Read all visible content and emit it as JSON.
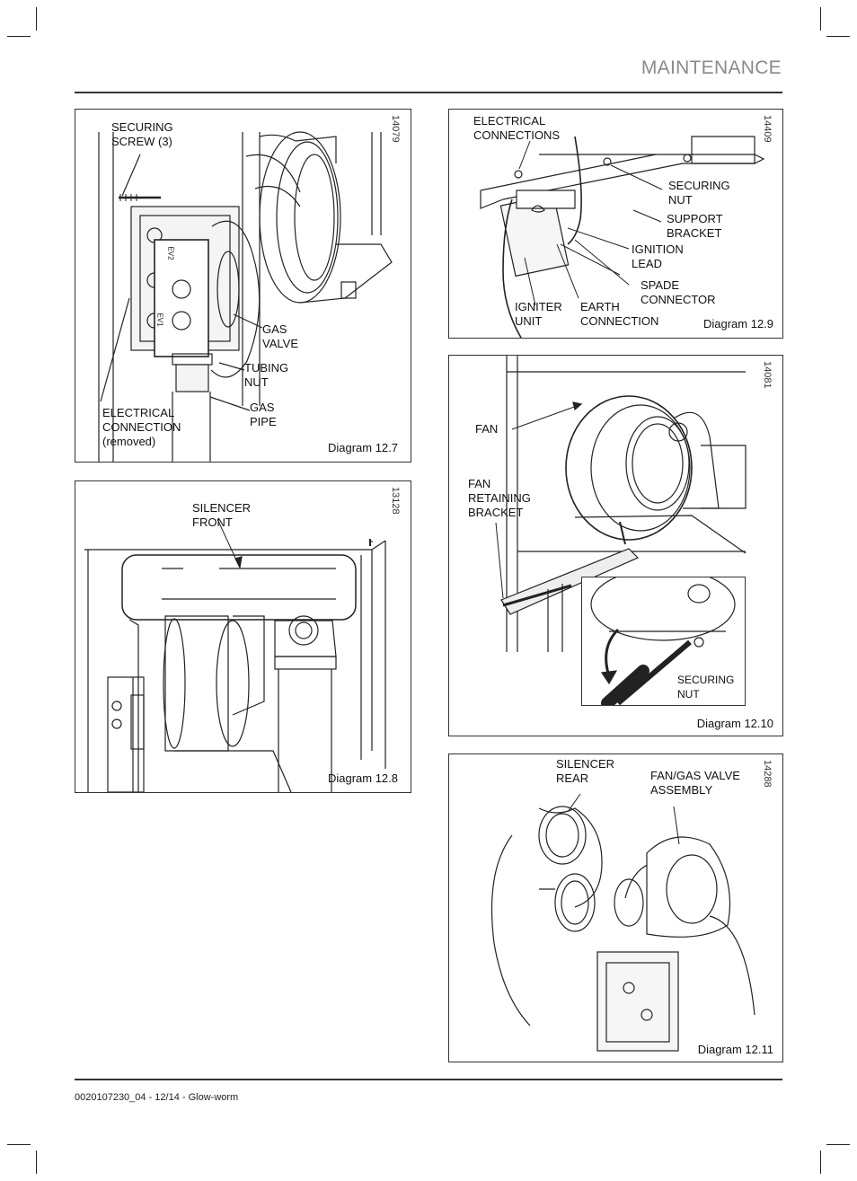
{
  "header": {
    "section_title": "MAINTENANCE"
  },
  "footer": {
    "doc_ref": "0020107230_04 - 12/14 - Glow-worm"
  },
  "diagrams": {
    "d127": {
      "number": "14079",
      "caption": "Diagram 12.7",
      "labels": {
        "securing_screw": "SECURING\nSCREW (3)",
        "gas_valve": "GAS\nVALVE",
        "tubing_nut": "TUBING\nNUT",
        "gas_pipe": "GAS\nPIPE",
        "electrical_connection": "ELECTRICAL\nCONNECTION\n(removed)",
        "valve_marks": [
          "EV2",
          "EV1"
        ]
      }
    },
    "d128": {
      "number": "13128",
      "caption": "Diagram 12.8",
      "labels": {
        "silencer_front": "SILENCER\nFRONT"
      }
    },
    "d129": {
      "number": "14409",
      "caption": "Diagram 12.9",
      "labels": {
        "electrical_connections": "ELECTRICAL\nCONNECTIONS",
        "securing_nut": "SECURING\nNUT",
        "support_bracket": "SUPPORT\nBRACKET",
        "ignition_lead": "IGNITION\nLEAD",
        "spade_connector": "SPADE\nCONNECTOR",
        "igniter_unit": "IGNITER\nUNIT",
        "earth_connection": "EARTH\nCONNECTION"
      }
    },
    "d1210": {
      "number": "14081",
      "caption": "Diagram 12.10",
      "labels": {
        "fan": "FAN",
        "fan_retaining_bracket": "FAN\nRETAINING\nBRACKET",
        "securing_nut": "SECURING\nNUT"
      }
    },
    "d1211": {
      "number": "14288",
      "caption": "Diagram 12.11",
      "labels": {
        "silencer_rear": "SILENCER\nREAR",
        "fan_gas_valve_assembly": "FAN/GAS VALVE\nASSEMBLY"
      }
    }
  }
}
